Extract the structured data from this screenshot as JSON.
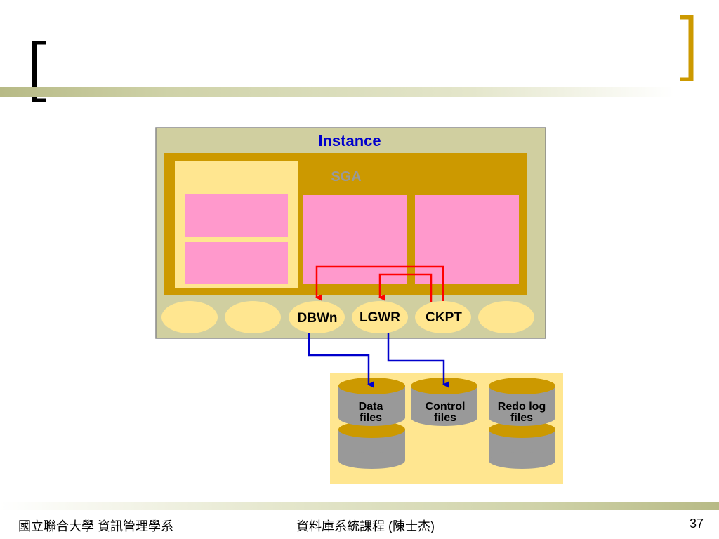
{
  "footer": {
    "left": "國立聯合大學 資訊管理學系",
    "center": "資料庫系統課程 (陳士杰)",
    "page_number": "37"
  },
  "diagram": {
    "instance_label": "Instance",
    "sga_label": "SGA",
    "processes": [
      "DBWn",
      "LGWR",
      "CKPT"
    ],
    "files": [
      {
        "line1": "Data",
        "line2": "files"
      },
      {
        "line1": "Control",
        "line2": "files"
      },
      {
        "line1": "Redo log",
        "line2": "files"
      }
    ]
  },
  "colors": {
    "instance_bg": "#d0cfa0",
    "sga_bg": "#cc9900",
    "pink": "#ff99cc",
    "pale_yellow": "#ffe690",
    "red_arrow": "#ff0000",
    "blue_arrow": "#0000cc",
    "drum_gray": "#999999",
    "bracket_black": "#000000",
    "bracket_gold": "#cc9900"
  }
}
